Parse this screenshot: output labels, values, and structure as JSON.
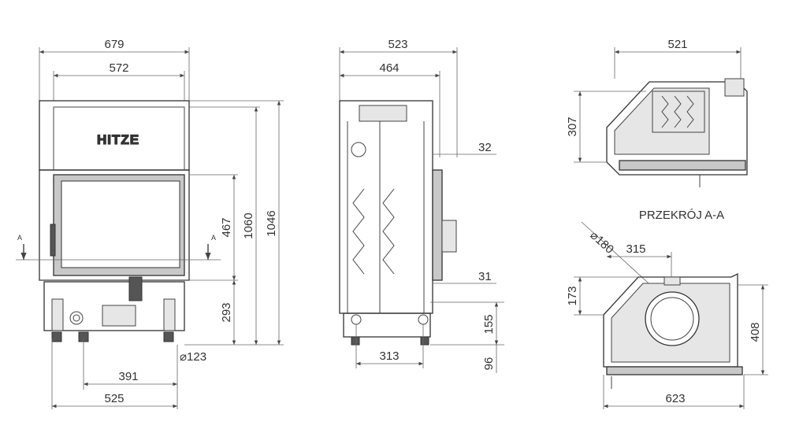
{
  "front_view": {
    "brand": "HITZE",
    "dims": {
      "overall_width": "679",
      "body_width": "572",
      "height_1060": "1060",
      "height_1046": "1046",
      "door_467": "467",
      "base_293": "293",
      "outlet": "⌀123",
      "d391": "391",
      "d525": "525"
    },
    "section_marker_left": "A",
    "section_marker_right": "A"
  },
  "side_view": {
    "dims": {
      "overall_depth": "523",
      "body_depth": "464",
      "d32": "32",
      "d31": "31",
      "d155": "155",
      "d313": "313",
      "d96": "96"
    }
  },
  "top_view": {
    "dims": {
      "width_521": "521",
      "height_307": "307"
    }
  },
  "section_view": {
    "title": "PRZEKRÓJ A-A",
    "dims": {
      "flue_diameter": "⌀180",
      "d315": "315",
      "d173": "173",
      "d408": "408",
      "d623": "623"
    }
  },
  "colors": {
    "line": "#333333",
    "glass": "#c8c8c8",
    "panel": "#e6e6e6"
  }
}
